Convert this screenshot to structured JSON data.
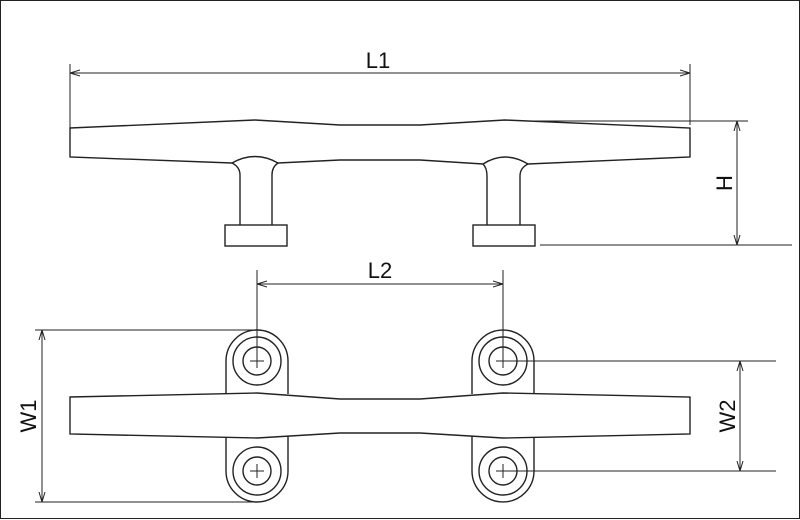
{
  "dimensions": {
    "overall_length": "L1",
    "height": "H",
    "hole_spacing_length": "L2",
    "base_width": "W1",
    "hole_spacing_width": "W2"
  },
  "colors": {
    "line": "#222222",
    "background": "#ffffff"
  }
}
